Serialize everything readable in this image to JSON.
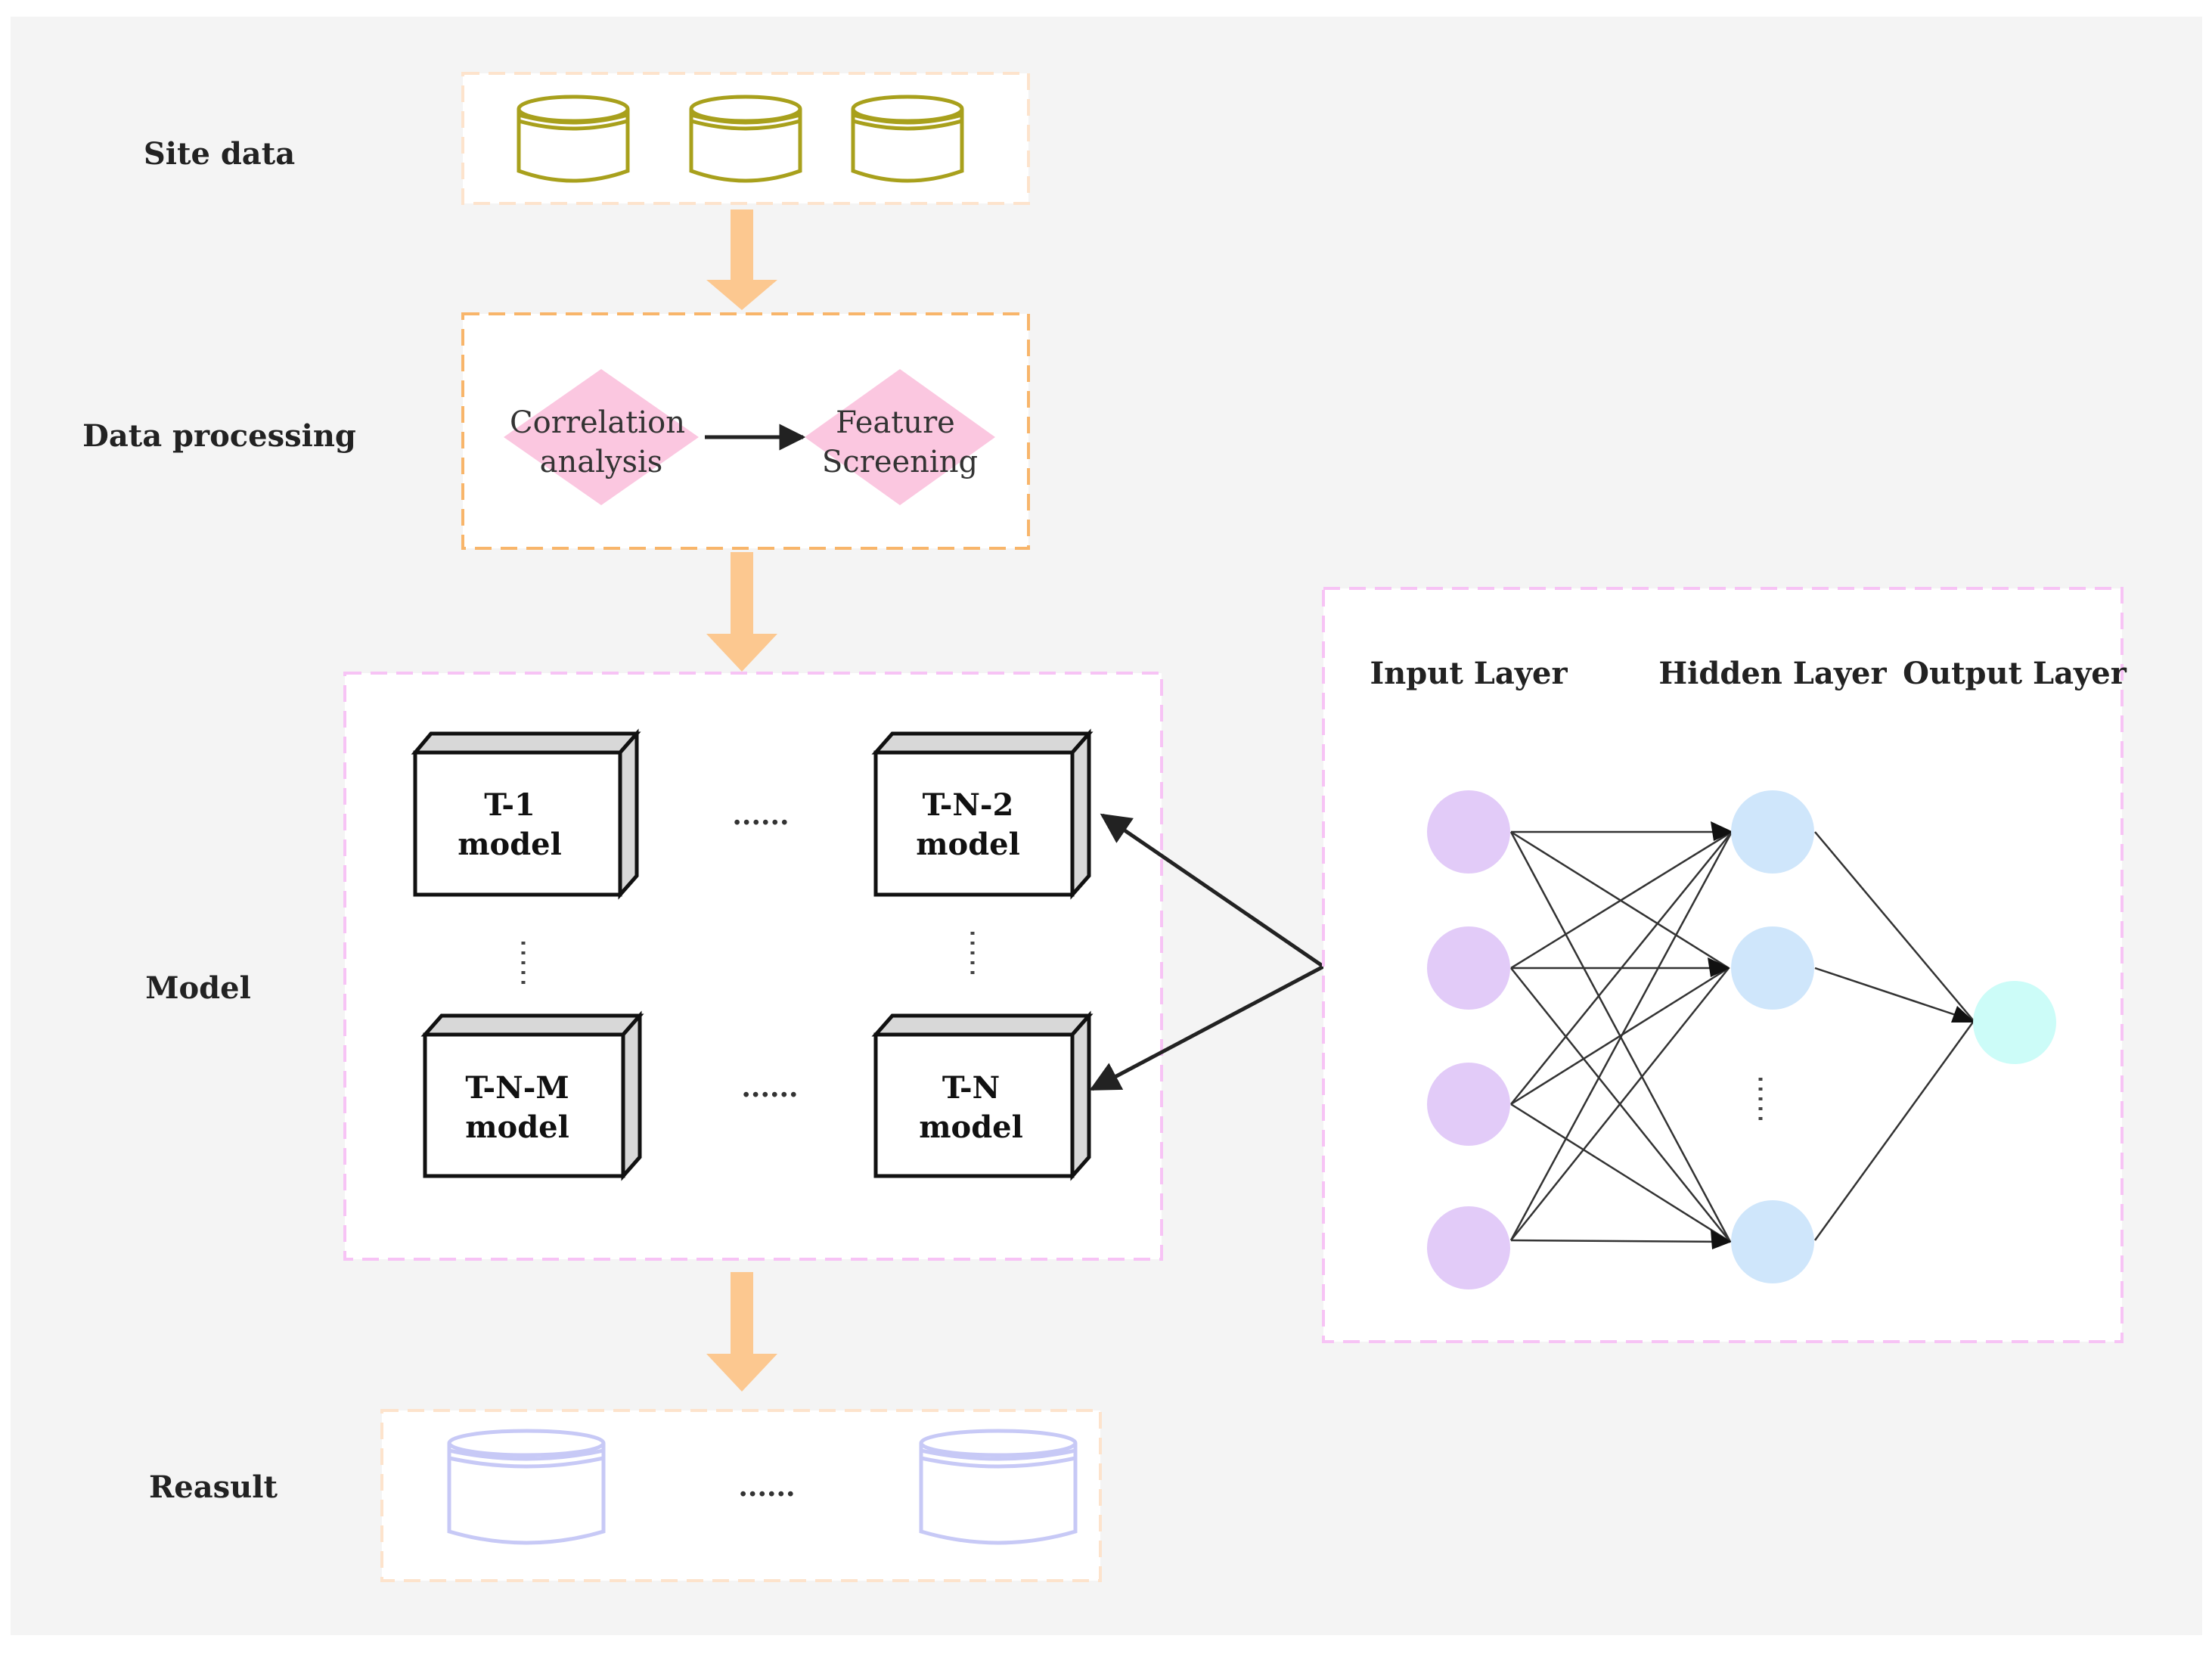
{
  "stages": {
    "site_data": "Site data",
    "data_processing": "Data processing",
    "model": "Model",
    "result": "Reasult"
  },
  "processing": {
    "step1_line1": "Correlation",
    "step1_line2": "analysis",
    "step2_line1": "Feature",
    "step2_line2": "Screening"
  },
  "models": {
    "t1_line1": "T-1",
    "t1_line2": "model",
    "tn2_line1": "T-N-2",
    "tn2_line2": "model",
    "tnm_line1": "T-N-M",
    "tnm_line2": "model",
    "tn_line1": "T-N",
    "tn_line2": "model",
    "ellipsis_top": "......",
    "ellipsis_bottom": "......"
  },
  "network": {
    "input_layer": "Input Layer",
    "hidden_layer": "Hidden Layer",
    "output_layer": "Output Layer"
  },
  "result": {
    "ellipsis": "......"
  },
  "colors": {
    "background": "#f4f4f4",
    "orange_arrow": "#fcc890",
    "orange_dash": "#f8b56a",
    "pink_dash": "#f7c3f5",
    "site_db": "#a8a01c",
    "result_db": "#c7c9f6",
    "diamond": "#fbc7e0",
    "input_node": "#e2cbf8",
    "hidden_node": "#cfe6fb",
    "output_node": "#ccfcf8"
  }
}
